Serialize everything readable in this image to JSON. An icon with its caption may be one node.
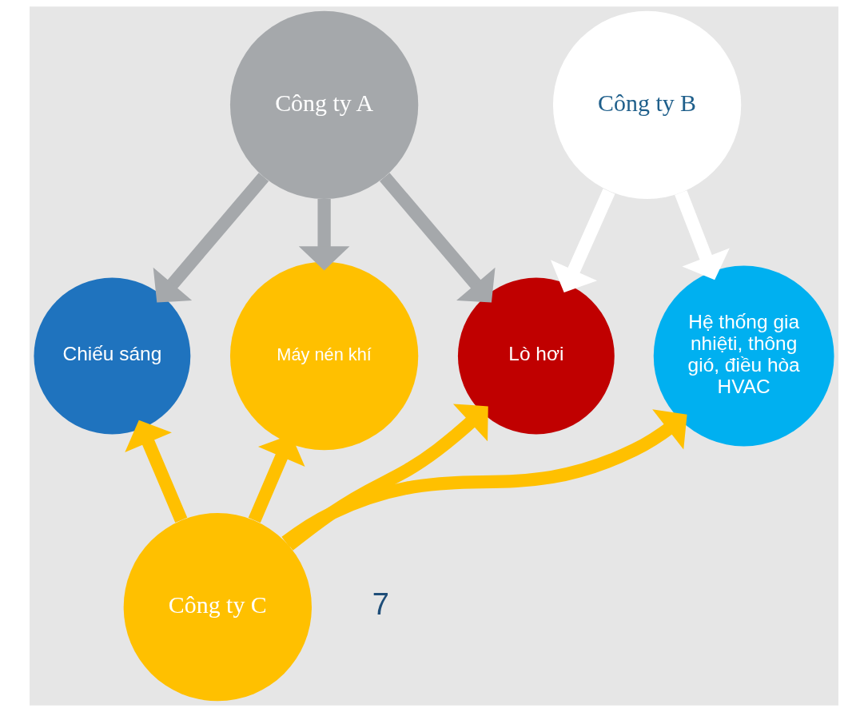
{
  "diagram": {
    "nodes": [
      {
        "text": [
          "Công ty A"
        ]
      },
      {
        "text": [
          "Công ty B"
        ]
      },
      {
        "text": [
          "Lò hơi"
        ]
      },
      {
        "text": [
          "Chiếu sáng"
        ]
      },
      {
        "text": [
          "Máy nén khí"
        ]
      },
      {
        "text": [
          "Hệ thống gia nhiệti, thông gió, điều hòa HVAC"
        ]
      },
      {
        "text": [
          "Công ty C"
        ]
      }
    ],
    "edges": [
      {
        "from": 0,
        "to": 4,
        "arrow": "to",
        "color": "#a5a8ab"
      },
      {
        "from": 0,
        "to": 3,
        "arrow": "to",
        "color": "#a5a8ab"
      },
      {
        "from": 0,
        "to": 2,
        "arrow": "to",
        "color": "#a5a8ab"
      },
      {
        "from": 1,
        "to": 2,
        "arrow": "to",
        "color": "#ffffff"
      },
      {
        "from": 1,
        "to": 5,
        "arrow": "to",
        "color": "#ffffff"
      },
      {
        "from": 6,
        "to": 4,
        "arrow": "to"
      },
      {
        "from": 6,
        "to": 3,
        "arrow": "to"
      },
      {
        "from": 6,
        "to": 2,
        "arrow": "to"
      },
      {
        "from": 6,
        "to": 5,
        "arrow": "to"
      }
    ],
    "labels": [
      "7"
    ]
  }
}
